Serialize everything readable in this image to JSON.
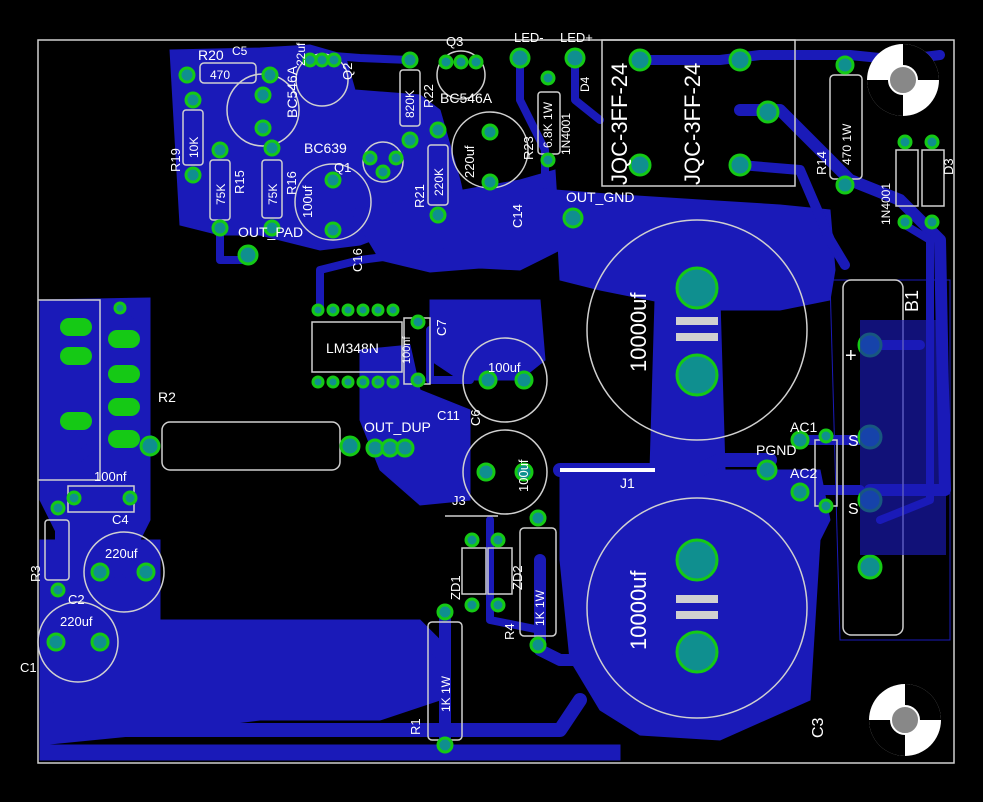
{
  "colors": {
    "background": "#000000",
    "copper": "#1a1ab8",
    "pad": "#0f8f8f",
    "pad_ring": "#15c915",
    "silk": "#ffffff",
    "outline": "#d0d0d0"
  },
  "labels": {
    "r20": "R20",
    "r20_val": "470",
    "c5": "C5",
    "c5_val": "22uf",
    "q2": "Q2",
    "q2_part": "BC546A",
    "q3": "Q3",
    "q3_part": "BC546A",
    "led_minus": "LED-",
    "led_plus": "LED+",
    "d4": "D4",
    "d4_part": "1N4001",
    "relay_part_a": "JQC-3FF-24",
    "relay_part_b": "JQC-3FF-24",
    "r14": "R14",
    "r14_val": "470 1W",
    "d3": "D3",
    "d_part": "1N4001",
    "r19": "R19",
    "r19_val": "10K",
    "r15": "R15",
    "r15_val": "75K",
    "r16": "R16",
    "r16_val": "75K",
    "r22": "R22",
    "r22_val": "820K",
    "q1_part": "BC639",
    "q1": "Q1",
    "r21": "R21",
    "r21_val": "220K",
    "r23": "R23",
    "r23_val": "6.8K 1W",
    "c14": "C14",
    "c14_val": "220uf",
    "c16": "C16",
    "c16_val": "100uf",
    "out_pad": "OUT_PAD",
    "out_gnd": "OUT_GND",
    "ic": "LM348N",
    "c7": "C7",
    "c7_val": "100nf",
    "c3_main_top": "10000uf",
    "c3_main_bottom": "10000uf",
    "c3": "C3",
    "b1": "B1",
    "plus": "+",
    "c11": "C11",
    "c11_val": "100uf",
    "c6": "C6",
    "c6_val": "100uf",
    "r2": "R2",
    "out_dup": "OUT_DUP",
    "pgnd": "PGND",
    "ac1": "AC1",
    "ac2": "AC2",
    "c4_val": "100nf",
    "c4": "C4",
    "j1": "J1",
    "j3": "J3",
    "zd1": "ZD1",
    "zd2": "ZD2",
    "r4": "R4",
    "r4_val": "1K 1W",
    "r1": "R1",
    "r1_val": "1K 1W",
    "r3": "R3",
    "c2": "C2",
    "c2_val": "220uf",
    "c1": "C1",
    "c1_val": "220uf",
    "ac_mark": "S"
  }
}
